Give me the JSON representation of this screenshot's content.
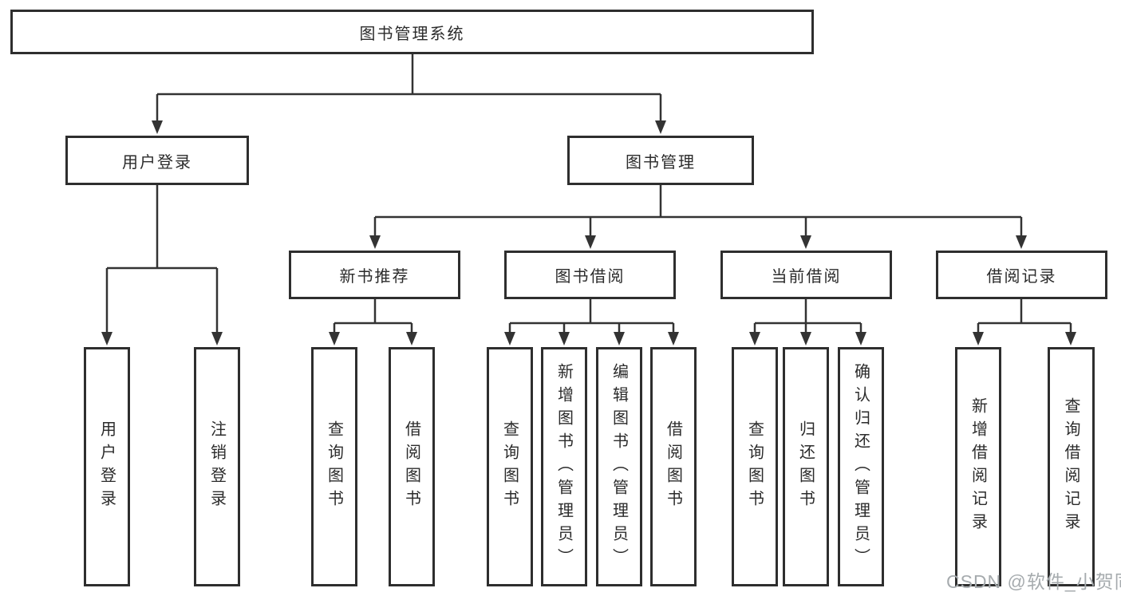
{
  "diagram": {
    "root": {
      "label": "图书管理系统"
    },
    "level2": [
      {
        "label": "用户登录"
      },
      {
        "label": "图书管理"
      }
    ],
    "level3": [
      {
        "label": "新书推荐",
        "parent": "图书管理"
      },
      {
        "label": "图书借阅",
        "parent": "图书管理"
      },
      {
        "label": "当前借阅",
        "parent": "图书管理"
      },
      {
        "label": "借阅记录",
        "parent": "图书管理"
      }
    ],
    "leaves": [
      {
        "label": "用户登录",
        "parent": "用户登录"
      },
      {
        "label": "注销登录",
        "parent": "用户登录"
      },
      {
        "label": "查询图书",
        "parent": "新书推荐"
      },
      {
        "label": "借阅图书",
        "parent": "新书推荐"
      },
      {
        "label": "查询图书",
        "parent": "图书借阅"
      },
      {
        "label": "新增图书（管理员）",
        "parent": "图书借阅"
      },
      {
        "label": "编辑图书（管理员）",
        "parent": "图书借阅"
      },
      {
        "label": "借阅图书",
        "parent": "图书借阅"
      },
      {
        "label": "查询图书",
        "parent": "当前借阅"
      },
      {
        "label": "归还图书",
        "parent": "当前借阅"
      },
      {
        "label": "确认归还（管理员）",
        "parent": "当前借阅"
      },
      {
        "label": "新增借阅记录",
        "parent": "借阅记录"
      },
      {
        "label": "查询借阅记录",
        "parent": "借阅记录"
      }
    ],
    "watermark": "CSDN @软件_小贺同学",
    "colors": {
      "line": "#333333",
      "box_border": "#2e2e2e",
      "text": "#2b2b2b",
      "watermark": "#a6abae",
      "background": "#ffffff"
    }
  }
}
